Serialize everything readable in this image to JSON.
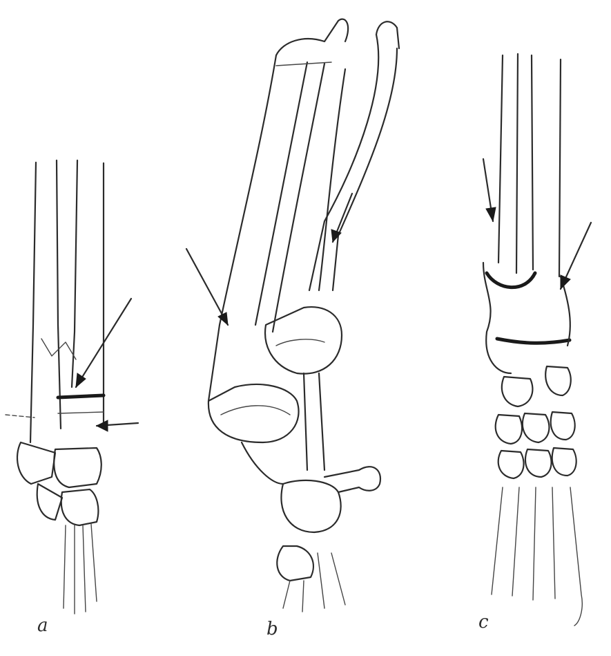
{
  "figure": {
    "panels": [
      {
        "id": "a",
        "label": "a"
      },
      {
        "id": "b",
        "label": "b"
      },
      {
        "id": "c",
        "label": "c"
      }
    ],
    "colors": {
      "ink": "#2b2b2b",
      "background": "#ffffff"
    }
  }
}
